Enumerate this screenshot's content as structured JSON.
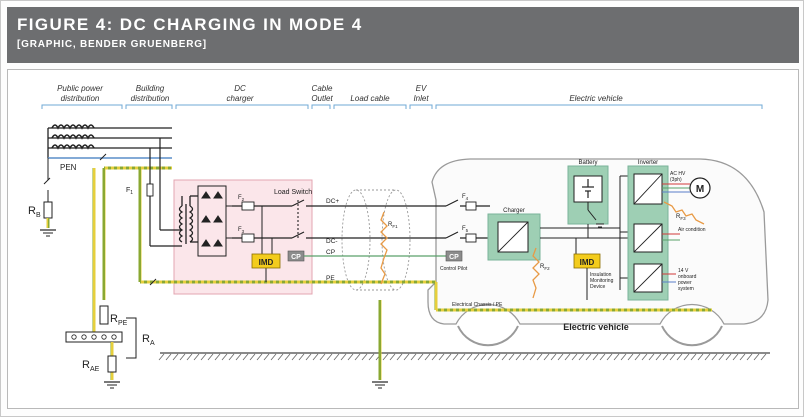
{
  "header": {
    "title": "FIGURE 4:  DC CHARGING IN MODE 4",
    "subtitle": "[GRAPHIC, BENDER GRUENBERG]"
  },
  "sections": [
    {
      "label1": "Public power",
      "label2": "distribution"
    },
    {
      "label1": "Building",
      "label2": "distribution"
    },
    {
      "label1": "DC",
      "label2": "charger"
    },
    {
      "label1": "Cable",
      "label2": "Outlet"
    },
    {
      "label1": "Load cable",
      "label2": ""
    },
    {
      "label1": "EV",
      "label2": "Inlet"
    },
    {
      "label1": "Electric vehicle",
      "label2": ""
    }
  ],
  "labels": {
    "pen": "PEN",
    "rb": "R",
    "rb_sub": "B",
    "f1": "F",
    "f1_sub": "1",
    "f2": "F",
    "f2_sub": "2",
    "f3": "F",
    "f3_sub": "3",
    "f4": "F",
    "f4_sub": "4",
    "f5": "F",
    "f5_sub": "5",
    "load_switch": "Load Switch",
    "imd": "IMD",
    "cp": "CP",
    "dc_plus": "DC+",
    "dc_minus": "DC-",
    "cp_line": "CP",
    "pe_line": "PE",
    "rf1": "R",
    "rf1_sub": "F1",
    "rf2": "R",
    "rf2_sub": "F2",
    "rf3": "R",
    "rf3_sub": "F3",
    "control_pilot": "Control Pilot",
    "charger": "Charger",
    "battery": "Battery",
    "inverter": "Inverter",
    "motor": "M",
    "ac_hv_1": "AC HV",
    "ac_hv_2": "(3ph)",
    "air_condition": "Air condition",
    "lv_1": "14 V",
    "lv_2": "onboard",
    "lv_3": "power",
    "lv_4": "system",
    "insulation_1": "Insulation",
    "insulation_2": "Monitoring",
    "insulation_3": "Device",
    "chassis": "Electrical Chassis / PE",
    "electric_vehicle": "Electric vehicle",
    "rpe": "R",
    "rpe_sub": "PE",
    "ra": "R",
    "ra_sub": "A",
    "rae": "R",
    "rae_sub": "AE"
  },
  "colors": {
    "header_bg": "#6d6e70",
    "section_line": "#6fa8d6",
    "pe_green": "#8aa832",
    "pe_yellow": "#e6cf3c",
    "dc_box": "#f4c9d0",
    "green_fill": "#9ecfb4",
    "imd_yellow": "#f3cc1d",
    "fault_orange": "#e89a45",
    "signal_green": "#5aa06a",
    "signal_red": "#d23a3a",
    "signal_blue": "#5a7ec8"
  }
}
